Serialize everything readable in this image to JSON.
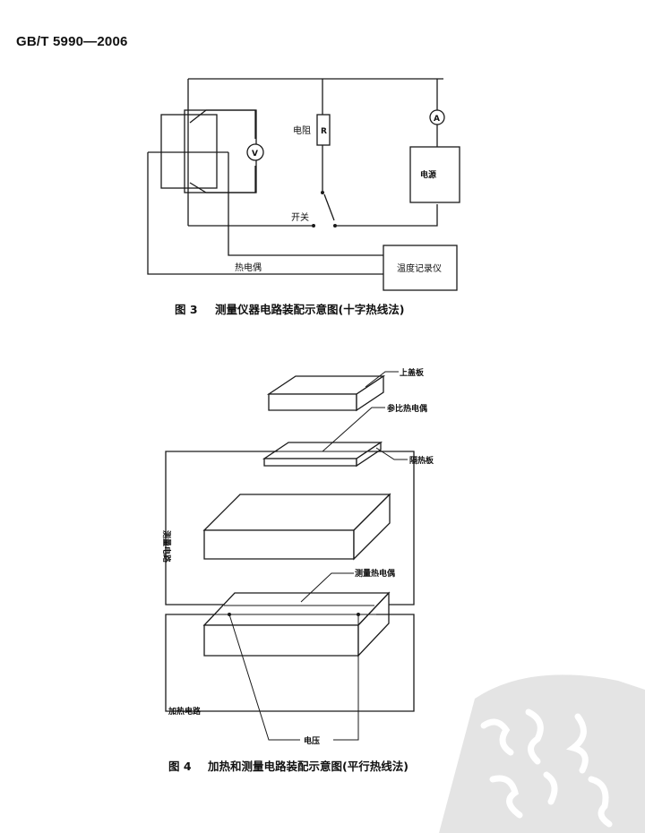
{
  "header": {
    "standard_code": "GB/T 5990—2006"
  },
  "figure3": {
    "label_resistor": "电阻",
    "resistor_symbol": "R",
    "ammeter_symbol": "A",
    "voltmeter_symbol": "V",
    "label_power": "电源",
    "label_switch": "开关",
    "label_thermocouple": "热电偶",
    "label_recorder": "温度记录仪",
    "caption_number": "图 3",
    "caption_text": "测量仪器电路装配示意图(十字热线法)"
  },
  "figure4": {
    "label_top_cover": "上盖板",
    "label_ref_thermocouple": "参比热电偶",
    "label_insulating_plate": "隔热板",
    "label_measuring_circuit": "测量电路",
    "label_measuring_thermocouple": "测量热电偶",
    "label_heating_circuit": "加热电路",
    "label_voltage": "电压",
    "caption_number": "图 4",
    "caption_text": "加热和测量电路装配示意图(平行热线法)"
  }
}
